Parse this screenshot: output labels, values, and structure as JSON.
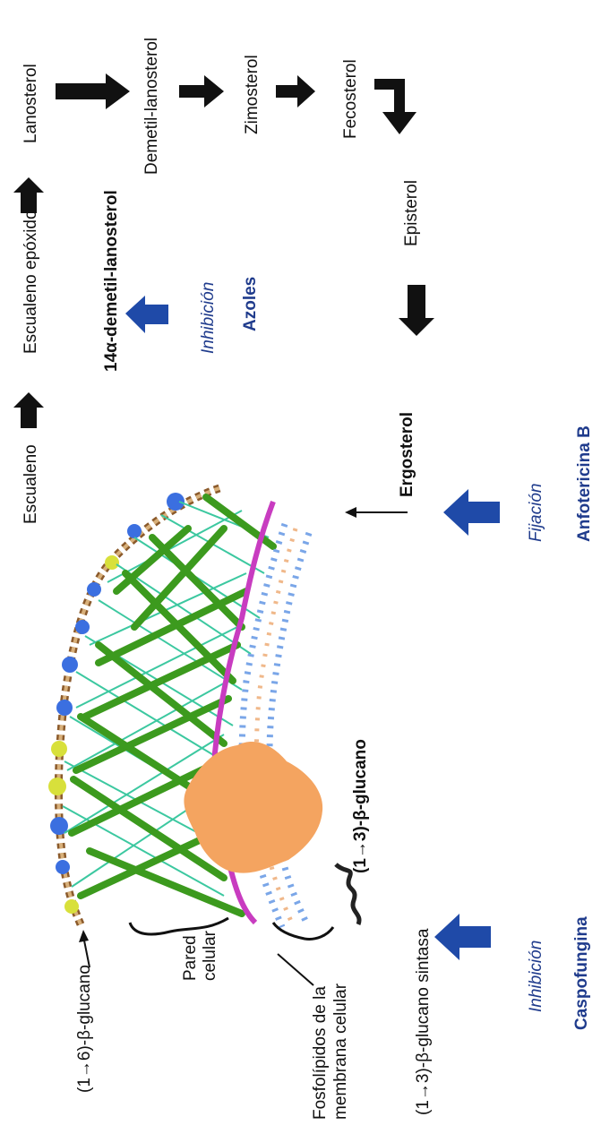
{
  "pathway": {
    "lanosterol": "Lanosterol",
    "demetil_lanosterol": "Demetil-lanosterol",
    "zimosterol": "Zimosterol",
    "fecosterol": "Fecosterol",
    "episterol": "Episterol",
    "escualeno_epoxido": "Escualeno epóxido",
    "escualeno": "Escualeno",
    "demetil14": "14α-demetil-lanosterol",
    "ergosterol": "Ergosterol"
  },
  "drugs": {
    "azoles_inhibition": "Inhibición",
    "azoles": "Azoles",
    "anfotericina_fixation": "Fijación",
    "anfotericina": "Anfotericina B",
    "caspofungina_inhibition": "Inhibición",
    "caspofungina": "Caspofungina"
  },
  "cell": {
    "glucan_1_6": "(1→6)-β-glucano",
    "glucan_1_3": "(1→3)-β-glucano",
    "glucan_synthase": "(1→3)-β-glucano sintasa",
    "wall_line1": "Pared",
    "wall_line2": "celular",
    "phospho_line1": "Fosfolípidos de la",
    "phospho_line2": "membrana celular"
  },
  "colors": {
    "arrow_black": "#111111",
    "arrow_blue": "#1f4aa8",
    "glucan_green": "#3c9a1e",
    "strand_teal": "#3cc8a0",
    "membrane_magenta": "#c83cc0",
    "synthase_orange": "#f4a460",
    "label_blue": "#1f3b8c"
  }
}
